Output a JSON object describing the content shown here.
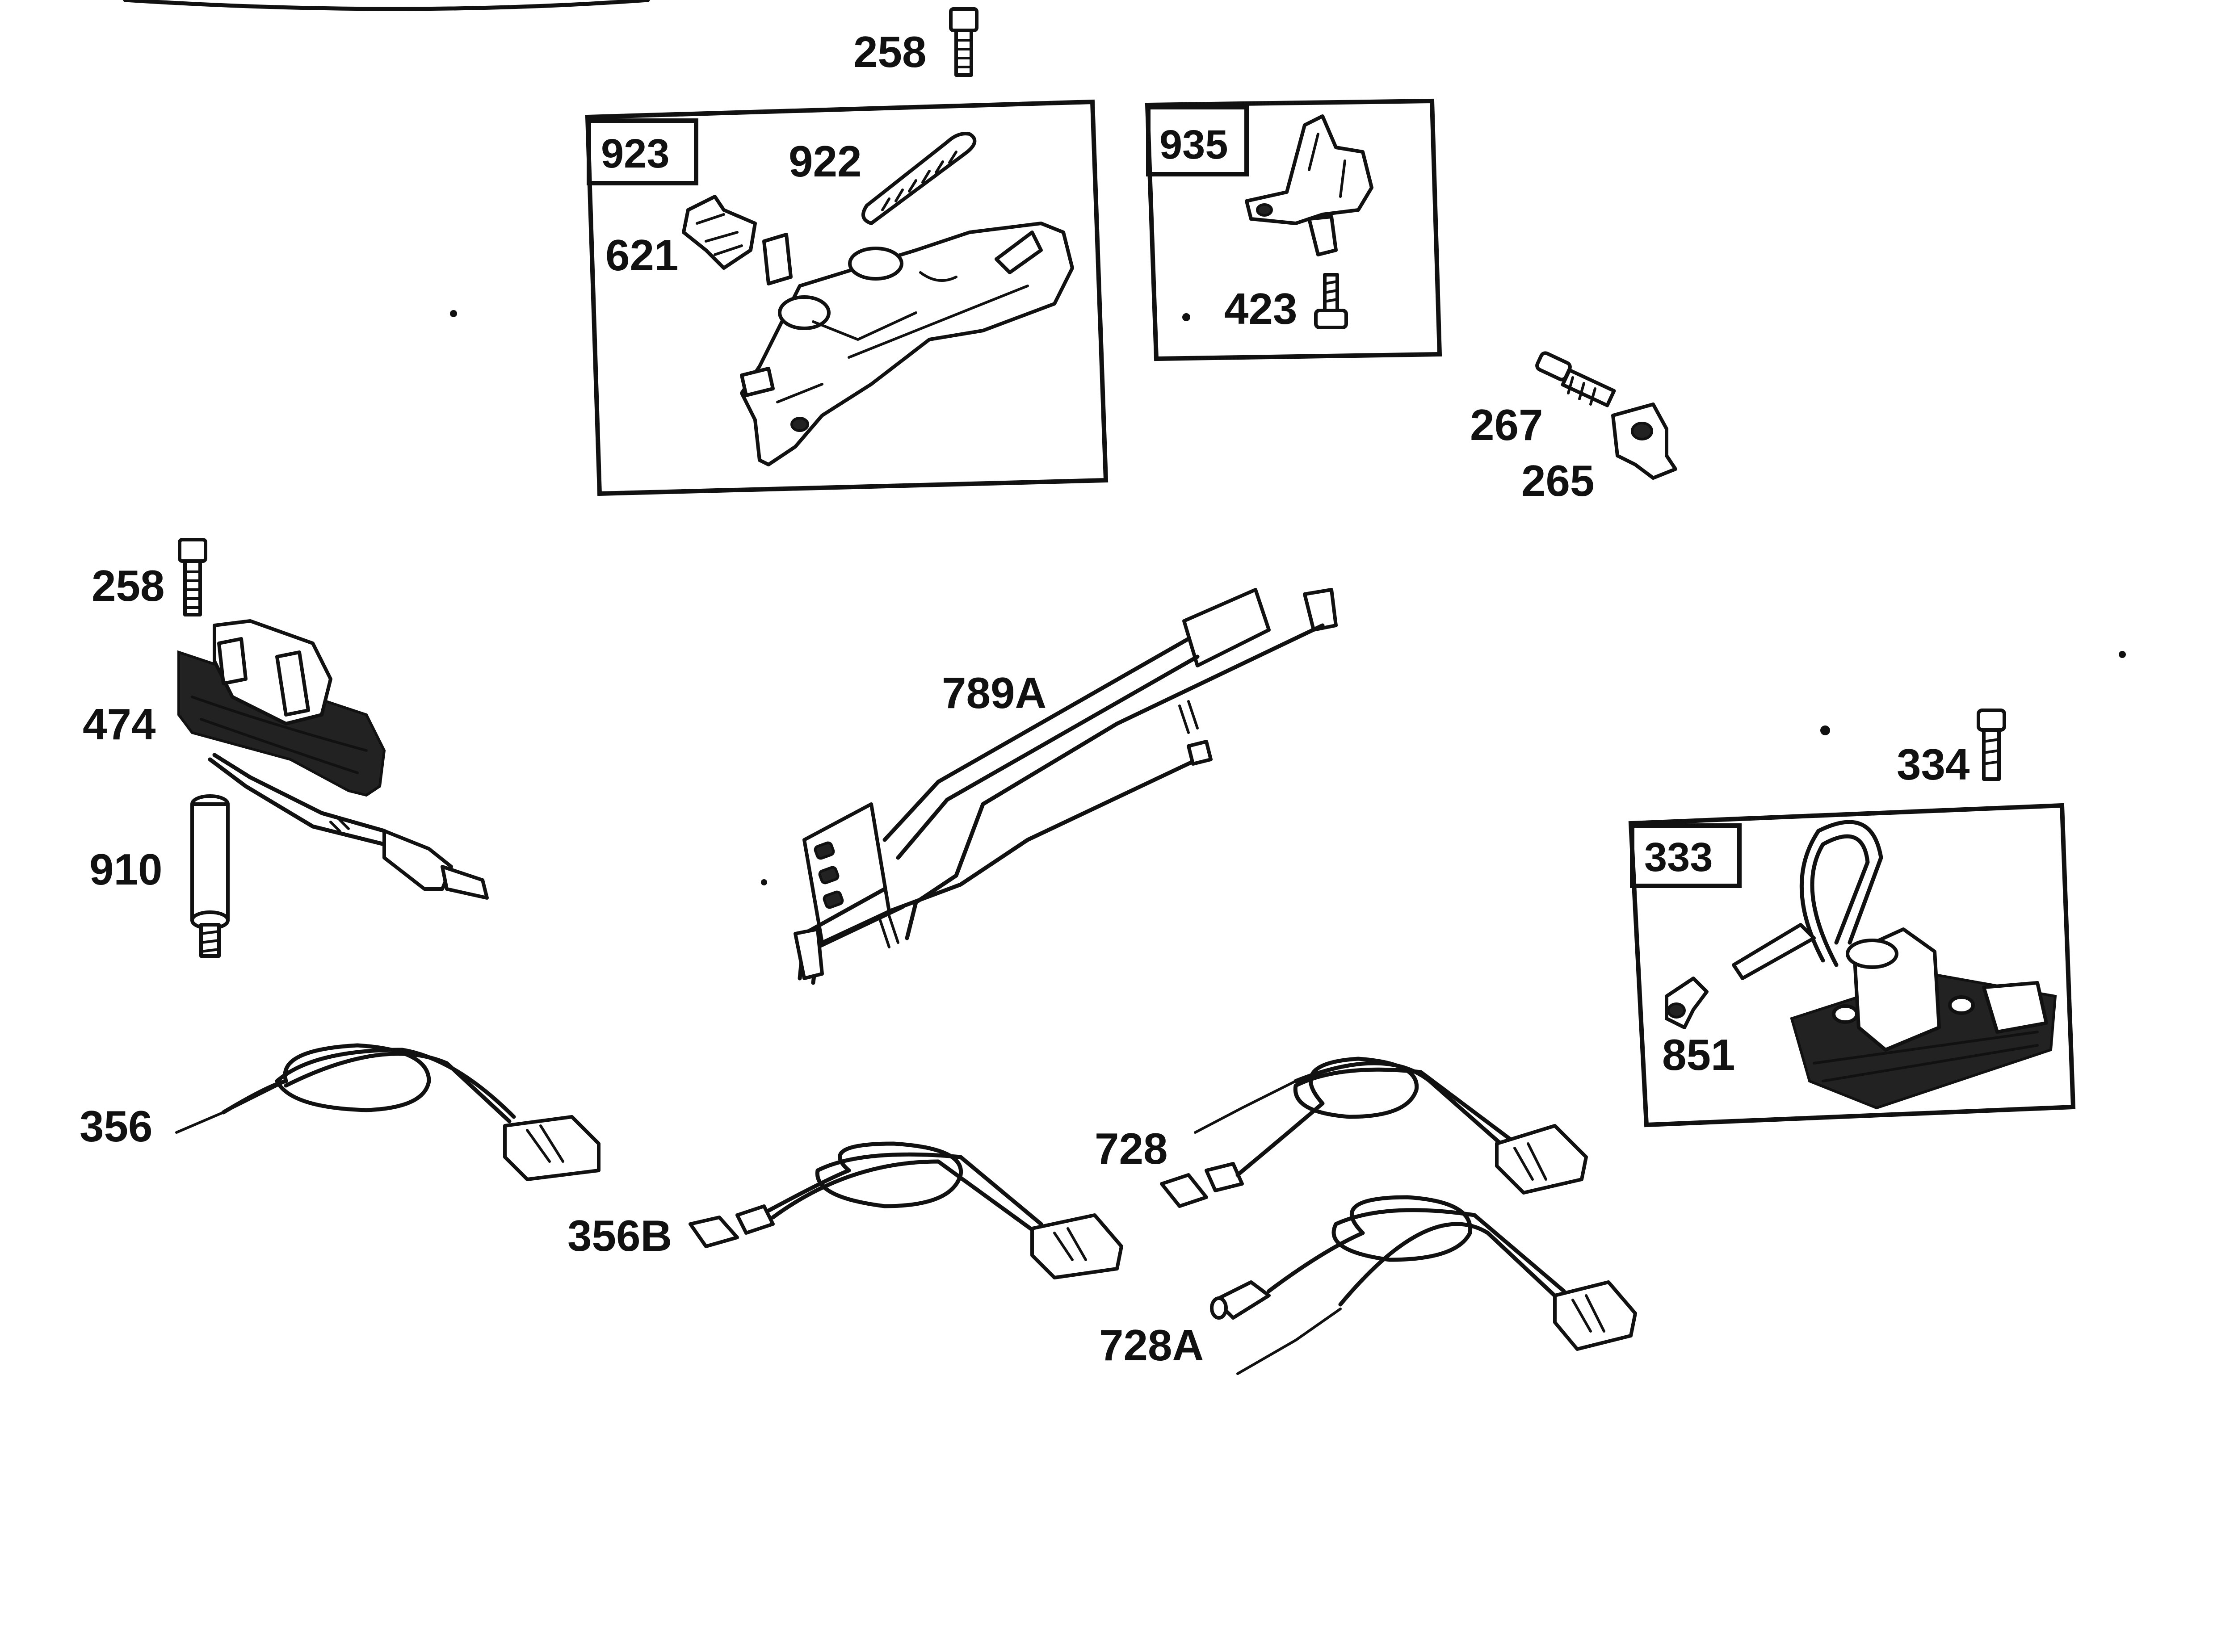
{
  "diagram": {
    "callouts": {
      "c258_top": "258",
      "c923": "923",
      "c922": "922",
      "c621": "621",
      "c935": "935",
      "c423": "423",
      "c267": "267",
      "c265": "265",
      "c258_left": "258",
      "c474": "474",
      "c910": "910",
      "c789A": "789A",
      "c334": "334",
      "c333": "333",
      "c851": "851",
      "c356": "356",
      "c356B": "356B",
      "c728": "728",
      "c728A": "728A"
    }
  }
}
